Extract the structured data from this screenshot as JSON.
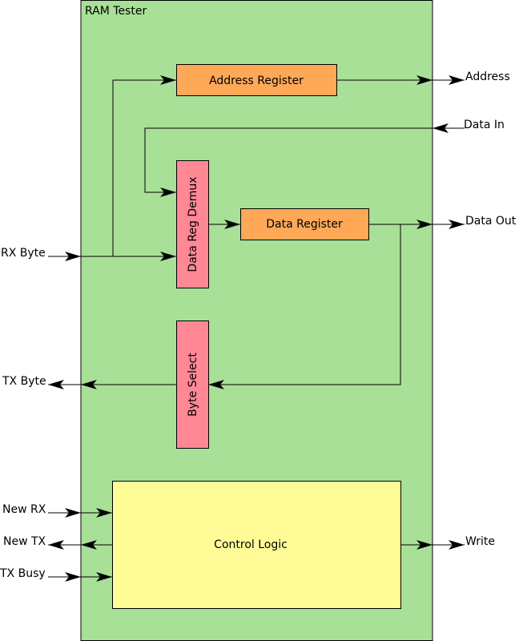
{
  "module": {
    "title": "RAM Tester",
    "fill": "#a8e098"
  },
  "blocks": {
    "address_register": "Address Register",
    "data_register": "Data Register",
    "data_reg_demux": "Data Reg Demux",
    "byte_select": "Byte Select",
    "control_logic": "Control Logic"
  },
  "ports": {
    "address": "Address",
    "data_in": "Data In",
    "data_out": "Data Out",
    "write": "Write",
    "rx_byte": "RX Byte",
    "tx_byte": "TX Byte",
    "new_rx": "New RX",
    "new_tx": "New TX",
    "tx_busy": "TX Busy"
  },
  "colors": {
    "register": "#ffa858",
    "mux": "#ff8894",
    "control": "#fffc98",
    "module": "#a8e098",
    "wire": "#000000"
  }
}
